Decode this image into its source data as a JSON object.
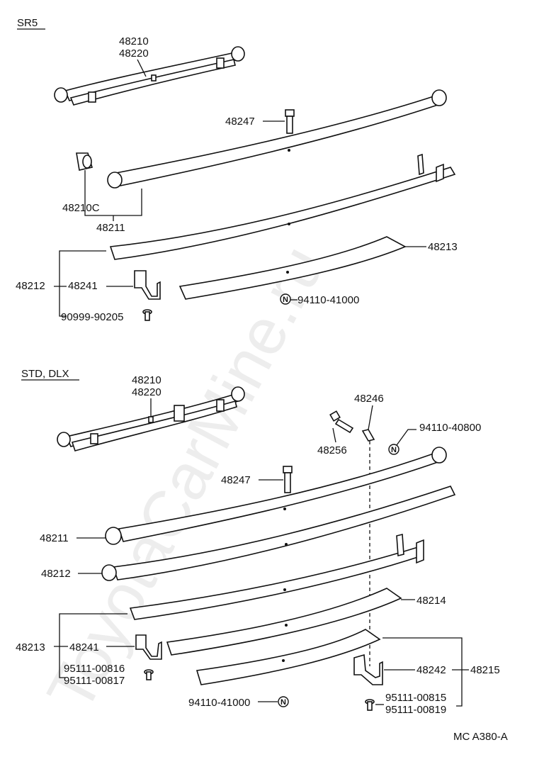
{
  "watermark": "ToyotaCarMine.ru",
  "diagram_code": "MC A380-A",
  "sections": {
    "sr5": {
      "title": "SR5",
      "labels": {
        "p48210": "48210",
        "p48220": "48220",
        "p48247": "48247",
        "p48210c": "48210C",
        "p48211": "48211",
        "p48213": "48213",
        "p48212": "48212",
        "p48241": "48241",
        "p90999": "90999-90205",
        "p94110": "94110-41000"
      }
    },
    "std": {
      "title": "STD, DLX",
      "labels": {
        "p48210": "48210",
        "p48220": "48220",
        "p48246": "48246",
        "p94110_40800": "94110-40800",
        "p48256": "48256",
        "p48247": "48247",
        "p48211": "48211",
        "p48212": "48212",
        "p48214": "48214",
        "p48213": "48213",
        "p48241": "48241",
        "p95111_00816": "95111-00816",
        "p95111_00817": "95111-00817",
        "p48242": "48242",
        "p48215": "48215",
        "p94110_41000": "94110-41000",
        "p95111_00815": "95111-00815",
        "p95111_00819": "95111-00819"
      }
    }
  },
  "new_part_marker": "N"
}
